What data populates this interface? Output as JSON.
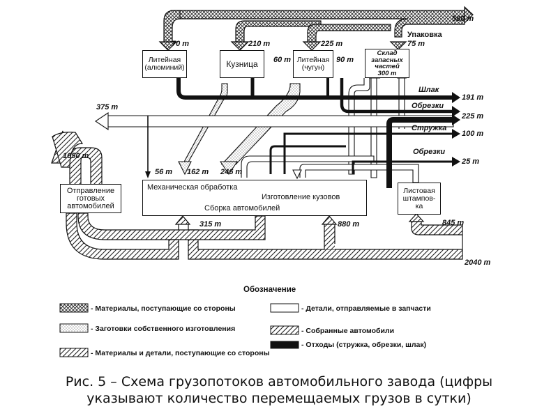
{
  "nodes": {
    "foundry_aluminum": {
      "line1": "Литейная",
      "line2": "(алюминий)"
    },
    "forge": {
      "line1": "Кузница"
    },
    "foundry_iron": {
      "line1": "Литейная",
      "line2": "(чугун)"
    },
    "spare_parts_warehouse": {
      "line1": "Склад",
      "line2": "запасных",
      "line3": "частей",
      "line4": "300 т"
    },
    "shipping": {
      "line1": "Отправление",
      "line2": "готовых",
      "line3": "автомобилей"
    },
    "main_shop": {
      "machining": "Механическая обработка",
      "body_making": "Изготовление кузовов",
      "assembly": "Сборка автомобилей"
    },
    "stamping": {
      "line1": "Листовая",
      "line2": "штампов-",
      "line3": "ка"
    }
  },
  "flows": {
    "external_top": "580 т",
    "packaging_label": "Упаковка",
    "packaging_value": "75 т",
    "to_foundry_al": "70 т",
    "to_forge": "210 т",
    "to_foundry_iron": "225 т",
    "iron_60": "60 т",
    "iron_90": "90 т",
    "slag_label": "Шлак",
    "slag_value": "191 т",
    "scrap1_label": "Обрезки",
    "scrap1_value": "225 т",
    "shavings_label": "Стружка",
    "shavings_value": "100 т",
    "scrap2_label": "Обрезки",
    "scrap2_value": "25 т",
    "spare_out": "375 т",
    "finished_out": "1650 т",
    "machining_56": "56 т",
    "machining_162": "162 т",
    "machining_246": "246 т",
    "input_315": "315 т",
    "input_880": "880 т",
    "input_845": "845 т",
    "input_total": "2040 т"
  },
  "legend": {
    "title": "Обозначение",
    "items": [
      {
        "text": "- Материалы, поступающие со стороны"
      },
      {
        "text": "- Заготовки собственного изготовления"
      },
      {
        "text": "- Материалы и детали, поступающие со стороны"
      },
      {
        "text": "- Детали, отправляемые в запчасти"
      },
      {
        "text": "- Собранные автомобили"
      },
      {
        "text": "- Отходы (стружка, обрезки, шлак)"
      }
    ]
  },
  "caption": {
    "line1": "Рис. 5 – Схема грузопотоков автомобильного завода (цифры",
    "line2": "указывают количество перемещаемых грузов в сутки)"
  }
}
